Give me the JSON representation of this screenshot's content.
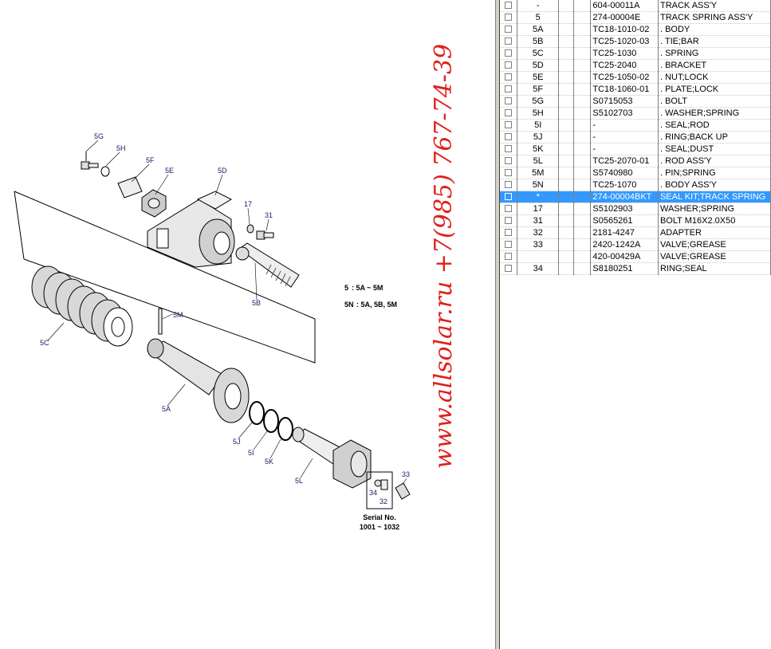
{
  "diagram": {
    "callouts": [
      "5G",
      "5H",
      "5F",
      "5E",
      "5D",
      "17",
      "31",
      "5B",
      "5C",
      "5M",
      "5A",
      "5J",
      "5I",
      "5K",
      "5L",
      "34",
      "32",
      "33"
    ],
    "legend": [
      {
        "key": "5",
        "text": ": 5A ~ 5M"
      },
      {
        "key": "5N",
        "text": ": 5A, 5B, 5M"
      }
    ],
    "serial_title": "Serial No.",
    "serial_range": "1001 ~ 1032",
    "watermark": "www.allsolar.ru  +7(985) 767-74-39"
  },
  "parts_list": {
    "selected_row_color": "#3399ff",
    "rows": [
      {
        "key": "-",
        "part_no": "604-00011A",
        "description": "TRACK ASS'Y",
        "selected": false
      },
      {
        "key": "5",
        "part_no": "274-00004E",
        "description": "TRACK SPRING ASS'Y",
        "selected": false
      },
      {
        "key": "5A",
        "part_no": "TC18-1010-02",
        "description": ". BODY",
        "selected": false
      },
      {
        "key": "5B",
        "part_no": "TC25-1020-03",
        "description": ". TIE;BAR",
        "selected": false
      },
      {
        "key": "5C",
        "part_no": "TC25-1030",
        "description": ". SPRING",
        "selected": false
      },
      {
        "key": "5D",
        "part_no": "TC25-2040",
        "description": ". BRACKET",
        "selected": false
      },
      {
        "key": "5E",
        "part_no": "TC25-1050-02",
        "description": ". NUT;LOCK",
        "selected": false
      },
      {
        "key": "5F",
        "part_no": "TC18-1060-01",
        "description": ". PLATE;LOCK",
        "selected": false
      },
      {
        "key": "5G",
        "part_no": "S0715053",
        "description": ". BOLT",
        "selected": false
      },
      {
        "key": "5H",
        "part_no": "S5102703",
        "description": ". WASHER;SPRING",
        "selected": false
      },
      {
        "key": "5I",
        "part_no": "-",
        "description": ". SEAL;ROD",
        "selected": false
      },
      {
        "key": "5J",
        "part_no": "-",
        "description": ". RING;BACK UP",
        "selected": false
      },
      {
        "key": "5K",
        "part_no": "-",
        "description": ". SEAL;DUST",
        "selected": false
      },
      {
        "key": "5L",
        "part_no": "TC25-2070-01",
        "description": ". ROD ASS'Y",
        "selected": false
      },
      {
        "key": "5M",
        "part_no": "S5740980",
        "description": ". PIN;SPRING",
        "selected": false
      },
      {
        "key": "5N",
        "part_no": "TC25-1070",
        "description": ". BODY ASS'Y",
        "selected": false
      },
      {
        "key": "*",
        "part_no": "274-00004BKT",
        "description": "SEAL KIT;TRACK SPRING",
        "selected": true
      },
      {
        "key": "17",
        "part_no": "S5102903",
        "description": "WASHER;SPRING",
        "selected": false
      },
      {
        "key": "31",
        "part_no": "S0565261",
        "description": "BOLT M16X2.0X50",
        "selected": false
      },
      {
        "key": "32",
        "part_no": "2181-4247",
        "description": "ADAPTER",
        "selected": false
      },
      {
        "key": "33",
        "part_no": "2420-1242A",
        "description": "VALVE;GREASE",
        "selected": false
      },
      {
        "key": "",
        "part_no": "420-00429A",
        "description": "VALVE;GREASE",
        "selected": false
      },
      {
        "key": "34",
        "part_no": "S8180251",
        "description": "RING;SEAL",
        "selected": false
      }
    ]
  }
}
